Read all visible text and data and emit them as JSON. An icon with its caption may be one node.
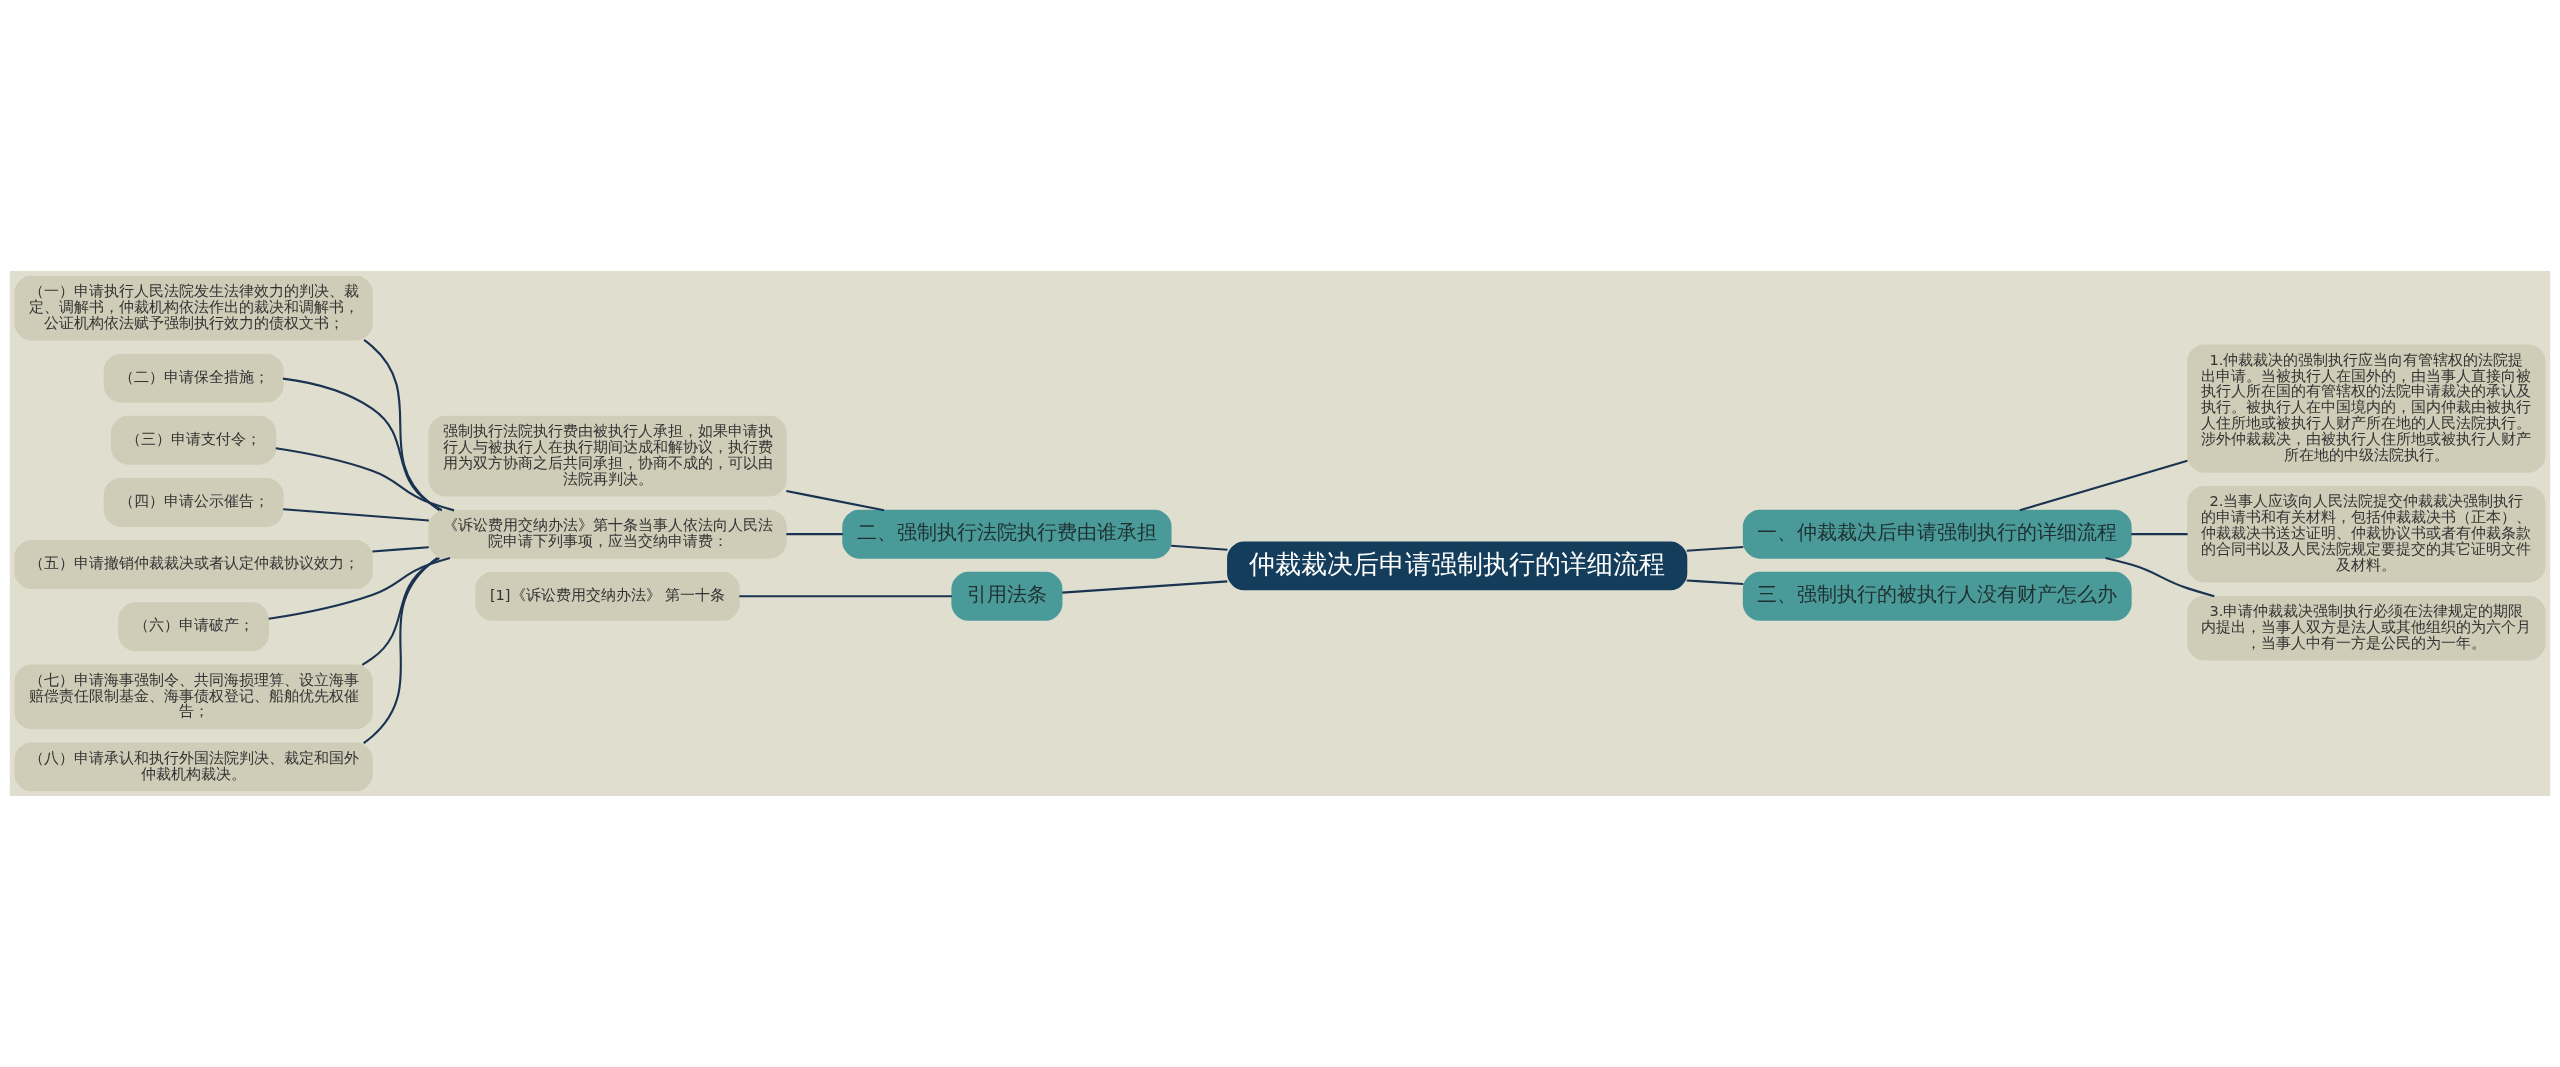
{
  "diagram": {
    "nodes": [
      {
        "text": [
          "仲裁裁决后申请强制执行的详细流程"
        ]
      },
      {
        "text": [
          "二、强制执行法院执行费由谁承担"
        ]
      },
      {
        "text": [
          "强制执行法院执行费由被执行人承担，如果申请执行人与被执行人在执行期间达成和解协议，执行费用为双方协商之后共同承担，协商不成的，可以由法院再判决。"
        ]
      },
      {
        "text": [
          "《诉讼费用交纳办法》第十条当事人依法向人民法院申请下列事项，应当交纳申请费："
        ]
      },
      {
        "text": [
          "（一）申请执行人民法院发生法律效力的判决、裁定、调解书，仲裁机构依法作出的裁决和调解书，公证机构依法赋予强制执行效力的债权文书；"
        ]
      },
      {
        "text": [
          "（二）申请保全措施；"
        ]
      },
      {
        "text": [
          "（三）申请支付令；"
        ]
      },
      {
        "text": [
          "（四）申请公示催告；"
        ]
      },
      {
        "text": [
          "（五）申请撤销仲裁裁决或者认定仲裁协议效力；"
        ]
      },
      {
        "text": [
          "（六）申请破产；"
        ]
      },
      {
        "text": [
          "（七）申请海事强制令、共同海损理算、设立海事赔偿责任限制基金、海事债权登记、船舶优先权催告；"
        ]
      },
      {
        "text": [
          "（八）申请承认和执行外国法院判决、裁定和国外仲裁机构裁决。"
        ]
      },
      {
        "text": [
          "一、仲裁裁决后申请强制执行的详细流程"
        ]
      },
      {
        "text": [
          "1.仲裁裁决的强制执行应当向有管辖权的法院提出申请。当被执行人在国外的，由当事人直接向被执行人所在国的有管辖权的法院申请裁决的承认及执行。被执行人在中国境内的，国内仲裁由被执行人住所地或被执行人财产所在地的人民法院执行。涉外仲裁裁决，由被执行人住所地或被执行人财产所在地的中级法院执行。"
        ]
      },
      {
        "text": [
          "2.当事人应该向人民法院提交仲裁裁决强制执行的申请书和有关材料，包括仲裁裁决书（正本）、仲裁裁决书送达证明、仲裁协议书或者有仲裁条款的合同书以及人民法院规定要提交的其它证明文件及材料。"
        ]
      },
      {
        "text": [
          "3.申请仲裁裁决强制执行必须在法律规定的期限内提出，当事人双方是法人或其他组织的为六个月，当事人中有一方是公民的为一年。"
        ]
      },
      {
        "text": [
          "三、强制执行的被执行人没有财产怎么办"
        ]
      },
      {
        "text": [
          "引用法条"
        ]
      },
      {
        "text": [
          "[1]《诉讼费用交纳办法》 第一十条"
        ]
      }
    ],
    "edges": [
      {
        "from": 0,
        "to": 1,
        "arrow": "none"
      },
      {
        "from": 1,
        "to": 2,
        "arrow": "none"
      },
      {
        "from": 1,
        "to": 3,
        "arrow": "none"
      },
      {
        "from": 3,
        "to": 4,
        "arrow": "none"
      },
      {
        "from": 3,
        "to": 5,
        "arrow": "none"
      },
      {
        "from": 3,
        "to": 6,
        "arrow": "none"
      },
      {
        "from": 3,
        "to": 7,
        "arrow": "none"
      },
      {
        "from": 3,
        "to": 8,
        "arrow": "none"
      },
      {
        "from": 3,
        "to": 9,
        "arrow": "none"
      },
      {
        "from": 3,
        "to": 10,
        "arrow": "none"
      },
      {
        "from": 3,
        "to": 11,
        "arrow": "none"
      },
      {
        "from": 0,
        "to": 12,
        "arrow": "none"
      },
      {
        "from": 12,
        "to": 13,
        "arrow": "none"
      },
      {
        "from": 12,
        "to": 14,
        "arrow": "none"
      },
      {
        "from": 12,
        "to": 15,
        "arrow": "none"
      },
      {
        "from": 0,
        "to": 16,
        "arrow": "none"
      },
      {
        "from": 0,
        "to": 17,
        "arrow": "none"
      },
      {
        "from": 17,
        "to": 18,
        "arrow": "none"
      }
    ]
  }
}
